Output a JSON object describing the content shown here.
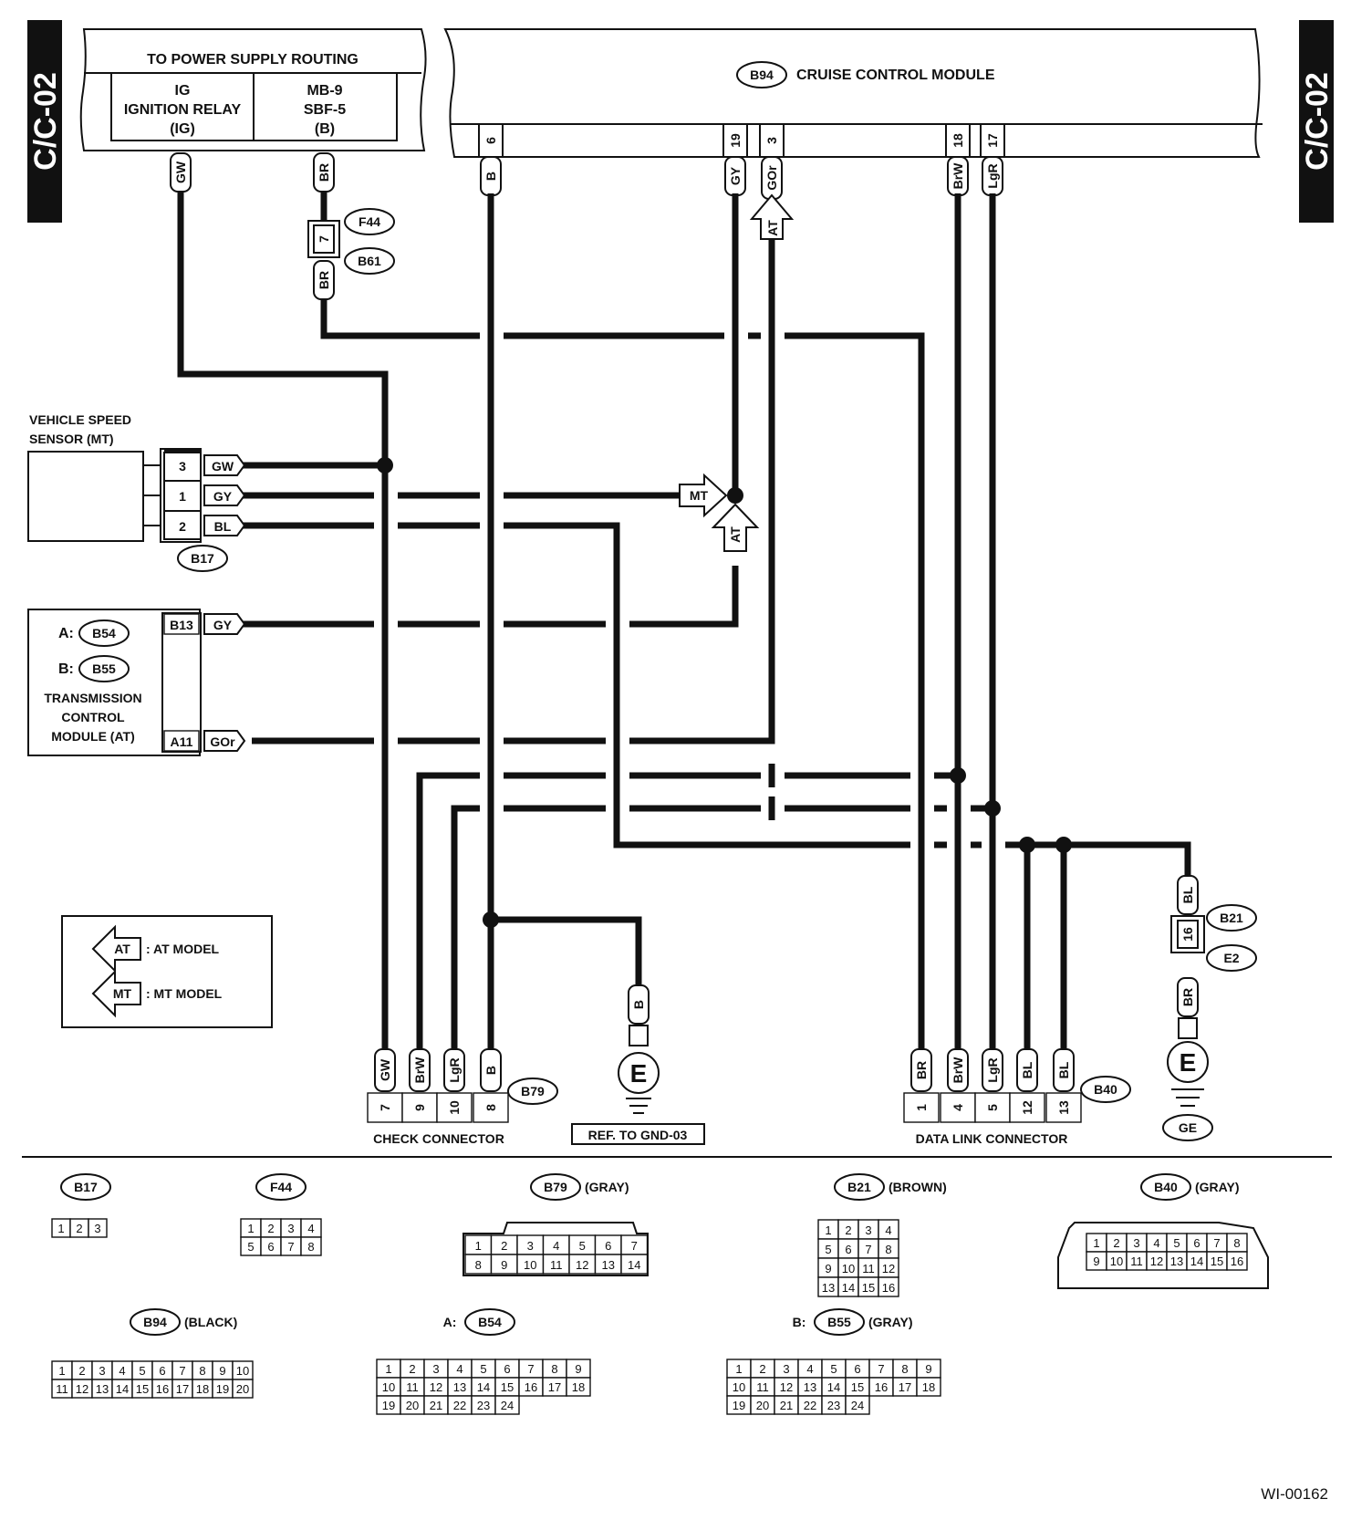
{
  "side_label": "C/C-02",
  "power": {
    "title": "TO POWER SUPPLY ROUTING",
    "ig": [
      "IG",
      "IGNITION RELAY",
      "(IG)"
    ],
    "mb": [
      "MB-9",
      "SBF-5",
      "(B)"
    ]
  },
  "ccm": {
    "badge": "B94",
    "title": "CRUISE CONTROL MODULE"
  },
  "ccm_pins": [
    {
      "pin": "6",
      "color": "B"
    },
    {
      "pin": "19",
      "color": "GY"
    },
    {
      "pin": "3",
      "color": "GOr"
    },
    {
      "pin": "18",
      "color": "BrW"
    },
    {
      "pin": "17",
      "color": "LgR"
    }
  ],
  "wire_tags": {
    "gw": "GW",
    "br": "BR",
    "br2": "BR",
    "at": "AT",
    "mt": "MT",
    "at2": "AT"
  },
  "fuse_link": {
    "pin": "7",
    "top": "F44",
    "bottom": "B61"
  },
  "vss": {
    "title1": "VEHICLE SPEED",
    "title2": "SENSOR (MT)",
    "badge": "B17",
    "pins": [
      {
        "pin": "3",
        "color": "GW"
      },
      {
        "pin": "1",
        "color": "GY"
      },
      {
        "pin": "2",
        "color": "BL"
      }
    ]
  },
  "tcm": {
    "a_prefix": "A:",
    "a_badge": "B54",
    "b_prefix": "B:",
    "b_badge": "B55",
    "name1": "TRANSMISSION",
    "name2": "CONTROL",
    "name3": "MODULE (AT)",
    "pins": [
      {
        "pin": "B13",
        "color": "GY"
      },
      {
        "pin": "A11",
        "color": "GOr"
      }
    ]
  },
  "legend": {
    "at_label": "AT",
    "at_text": ": AT MODEL",
    "mt_label": "MT",
    "mt_text": ": MT MODEL"
  },
  "check_connector": {
    "title": "CHECK CONNECTOR",
    "badge": "B79",
    "pins": [
      {
        "pin": "7",
        "color": "GW"
      },
      {
        "pin": "9",
        "color": "BrW"
      },
      {
        "pin": "10",
        "color": "LgR"
      },
      {
        "pin": "8",
        "color": "B"
      }
    ]
  },
  "ground_ref": {
    "color": "B",
    "symbol": "E",
    "ref": "REF. TO GND-03"
  },
  "data_link": {
    "title": "DATA LINK CONNECTOR",
    "badge": "B40",
    "pins": [
      {
        "pin": "1",
        "color": "BR"
      },
      {
        "pin": "4",
        "color": "BrW"
      },
      {
        "pin": "5",
        "color": "LgR"
      },
      {
        "pin": "12",
        "color": "BL"
      },
      {
        "pin": "13",
        "color": "BL"
      }
    ]
  },
  "right_ground": {
    "color_top": "BL",
    "pin": "16",
    "top_badge": "B21",
    "bottom_badge": "E2",
    "color_bottom": "BR",
    "symbol": "E",
    "badge": "GE"
  },
  "connector_views": {
    "b17": {
      "badge": "B17",
      "cells": [
        "1",
        "2",
        "3"
      ]
    },
    "f44": {
      "badge": "F44",
      "rows": [
        [
          "1",
          "2",
          "3",
          "4"
        ],
        [
          "5",
          "6",
          "7",
          "8"
        ]
      ]
    },
    "b79": {
      "badge": "B79",
      "color": "(GRAY)",
      "rows": [
        [
          "1",
          "2",
          "3",
          "4",
          "5",
          "6",
          "7"
        ],
        [
          "8",
          "9",
          "10",
          "11",
          "12",
          "13",
          "14"
        ]
      ]
    },
    "b21": {
      "badge": "B21",
      "color": "(BROWN)",
      "rows": [
        [
          "1",
          "2",
          "3",
          "4"
        ],
        [
          "5",
          "6",
          "7",
          "8"
        ],
        [
          "9",
          "10",
          "11",
          "12"
        ],
        [
          "13",
          "14",
          "15",
          "16"
        ]
      ]
    },
    "b40": {
      "badge": "B40",
      "color": "(GRAY)",
      "rows": [
        [
          "1",
          "2",
          "3",
          "4",
          "5",
          "6",
          "7",
          "8"
        ],
        [
          "9",
          "10",
          "11",
          "12",
          "13",
          "14",
          "15",
          "16"
        ]
      ]
    },
    "b94": {
      "badge": "B94",
      "color": "(BLACK)",
      "rows": [
        [
          "1",
          "2",
          "3",
          "4",
          "5",
          "6",
          "7",
          "8",
          "9",
          "10"
        ],
        [
          "11",
          "12",
          "13",
          "14",
          "15",
          "16",
          "17",
          "18",
          "19",
          "20"
        ]
      ]
    },
    "b54": {
      "prefix": "A:",
      "badge": "B54",
      "rows": [
        [
          "1",
          "2",
          "3",
          "4",
          "5",
          "6",
          "7",
          "8",
          "9"
        ],
        [
          "10",
          "11",
          "12",
          "13",
          "14",
          "15",
          "16",
          "17",
          "18"
        ],
        [
          "19",
          "20",
          "21",
          "22",
          "23",
          "24"
        ]
      ]
    },
    "b55": {
      "prefix": "B:",
      "badge": "B55",
      "color": "(GRAY)",
      "rows": [
        [
          "1",
          "2",
          "3",
          "4",
          "5",
          "6",
          "7",
          "8",
          "9"
        ],
        [
          "10",
          "11",
          "12",
          "13",
          "14",
          "15",
          "16",
          "17",
          "18"
        ],
        [
          "19",
          "20",
          "21",
          "22",
          "23",
          "24"
        ]
      ]
    }
  },
  "doc_id": "WI-00162"
}
